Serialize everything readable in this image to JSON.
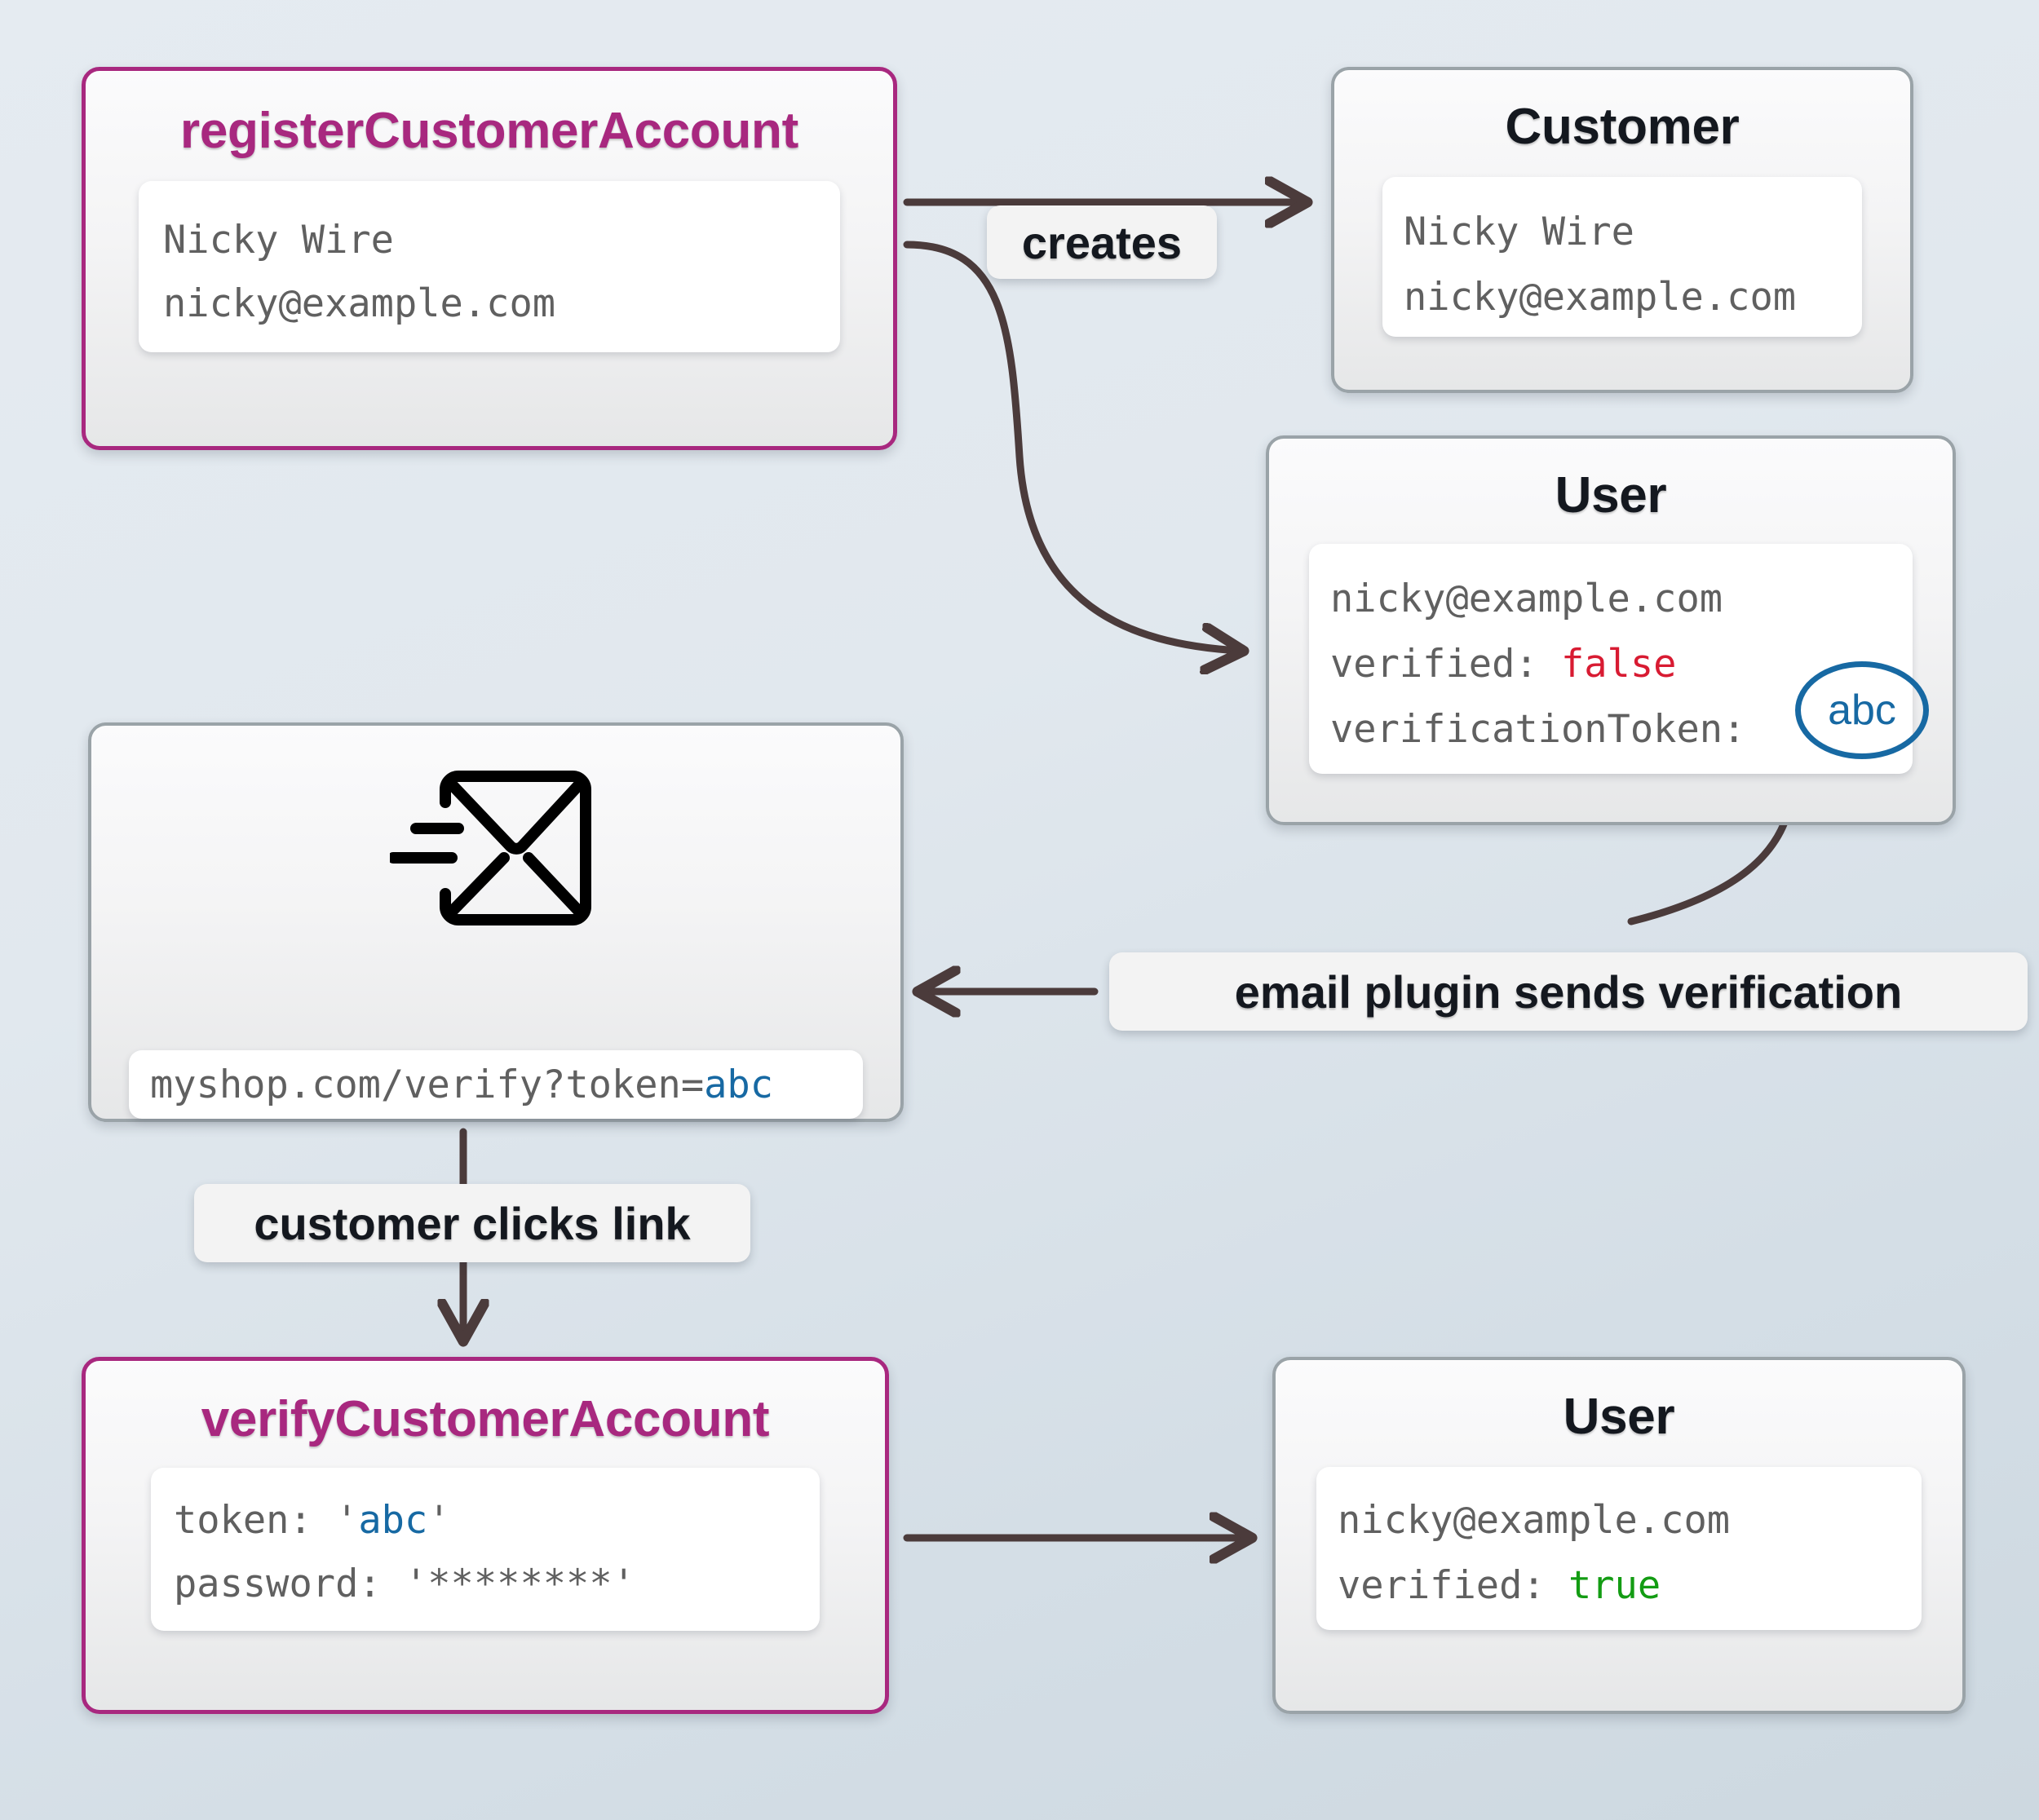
{
  "diagram": {
    "title": "customer account verification flow",
    "background_gradient": [
      "#e5ebf1",
      "#cdd8e0"
    ],
    "accent_magenta": "#a8287f",
    "accent_blue": "#1769a3",
    "true_green": "#139c13",
    "false_red": "#d81b32",
    "edge_color": "#4b3b3b",
    "node_border_grey": "#9aa3a8"
  },
  "nodes": {
    "register": {
      "title": "registerCustomerAccount",
      "lines": [
        "Nicky Wire",
        "nicky@example.com"
      ]
    },
    "customer": {
      "title": "Customer",
      "lines": [
        "Nicky Wire",
        "nicky@example.com"
      ]
    },
    "user_unverified": {
      "title": "User",
      "email": "nicky@example.com",
      "verified_key": "verified: ",
      "verified_value": "false",
      "token_key": "verificationToken:",
      "token_value": "abc"
    },
    "email": {
      "icon": "envelope-send-icon",
      "url_prefix": "myshop.com/verify?token=",
      "url_token": "abc"
    },
    "verify": {
      "title": "verifyCustomerAccount",
      "token_key": "token: ",
      "token_quote_open": "'",
      "token_value": "abc",
      "token_quote_close": "'",
      "password_key": "password: ",
      "password_value": "'********'"
    },
    "user_verified": {
      "title": "User",
      "email": "nicky@example.com",
      "verified_key": "verified: ",
      "verified_value": "true"
    }
  },
  "edges": {
    "creates": "creates",
    "email_plugin": "email plugin sends verification",
    "customer_clicks": "customer clicks link"
  }
}
